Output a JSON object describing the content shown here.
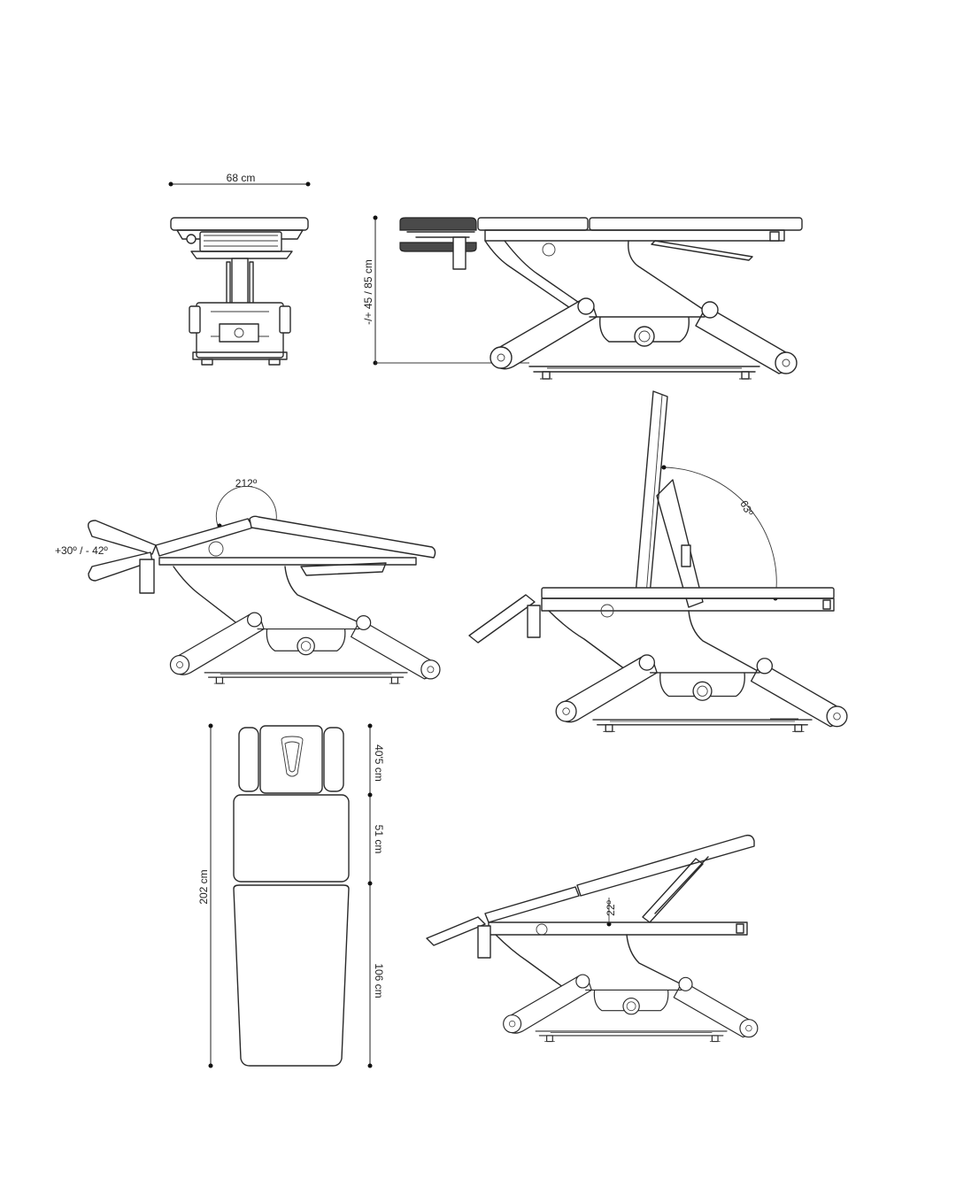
{
  "views": {
    "front": {
      "width_label": "68 cm"
    },
    "side": {
      "height_label": "-/+ 45 / 85 cm"
    },
    "headrest": {
      "angle_label": "212º",
      "tilt_label": "+30º / - 42º"
    },
    "backrest": {
      "angle_label": "63º"
    },
    "top": {
      "total_label": "202 cm",
      "head_label": "40'5 cm",
      "middle_label": "51 cm",
      "foot_label": "106 cm"
    },
    "tilt": {
      "angle_label": "22º"
    }
  }
}
